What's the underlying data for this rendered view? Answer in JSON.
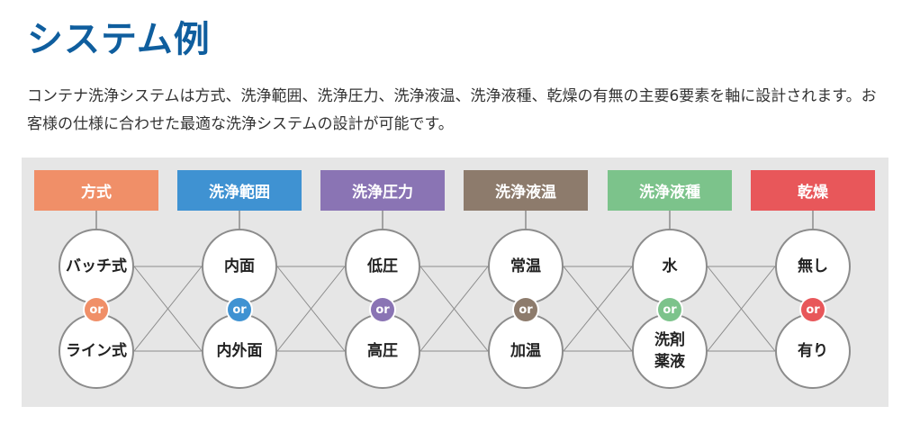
{
  "title": "システム例",
  "description": "コンテナ洗浄システムは方式、洗浄範囲、洗浄圧力、洗浄液温、洗浄液種、乾燥の有無の主要6要素を軸に設計されます。お客様の仕様に合わせた最適な洗浄システムの設計が可能です。",
  "or_label": "or",
  "categories": [
    {
      "label": "方式",
      "color": "#f08f68",
      "options": [
        "バッチ式",
        "ライン式"
      ]
    },
    {
      "label": "洗浄範囲",
      "color": "#3f92d2",
      "options": [
        "内面",
        "内外面"
      ]
    },
    {
      "label": "洗浄圧力",
      "color": "#8a74b4",
      "options": [
        "低圧",
        "高圧"
      ]
    },
    {
      "label": "洗浄液温",
      "color": "#8d7b6c",
      "options": [
        "常温",
        "加温"
      ]
    },
    {
      "label": "洗浄液種",
      "color": "#7cc38b",
      "options": [
        "水",
        "洗剤\n薬液"
      ]
    },
    {
      "label": "乾燥",
      "color": "#e8575a",
      "options": [
        "無し",
        "有り"
      ]
    }
  ]
}
